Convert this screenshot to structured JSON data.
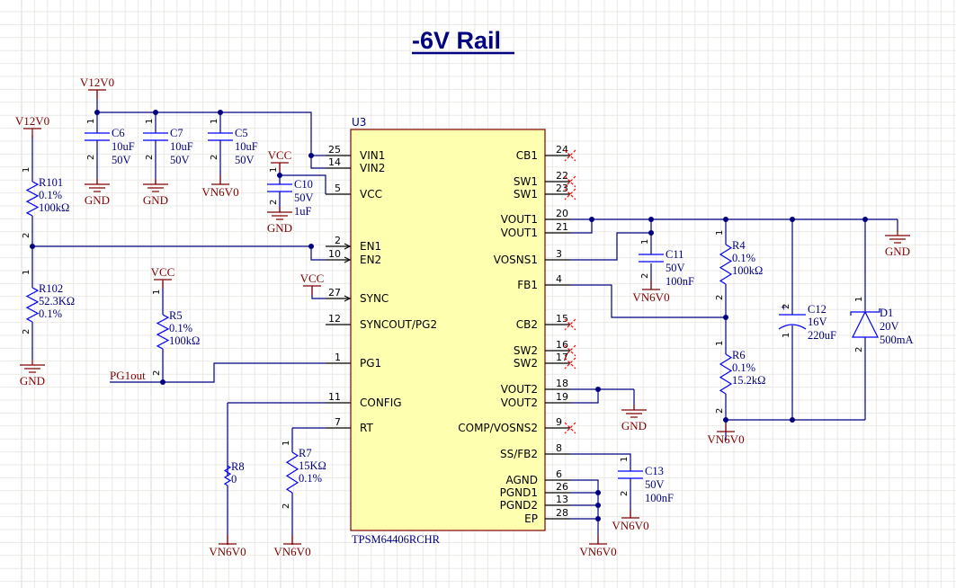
{
  "title": "-6V Rail",
  "ic": {
    "ref": "U3",
    "part": "TPSM64406RCHR",
    "left_pins": [
      {
        "num": "25",
        "name": "VIN1"
      },
      {
        "num": "14",
        "name": "VIN2"
      },
      {
        "num": "5",
        "name": "VCC"
      },
      {
        "num": "2",
        "name": "EN1"
      },
      {
        "num": "10",
        "name": "EN2"
      },
      {
        "num": "27",
        "name": "SYNC"
      },
      {
        "num": "12",
        "name": "SYNCOUT/PG2"
      },
      {
        "num": "1",
        "name": "PG1"
      },
      {
        "num": "11",
        "name": "CONFIG"
      },
      {
        "num": "7",
        "name": "RT"
      }
    ],
    "right_pins": [
      {
        "num": "24",
        "name": "CB1"
      },
      {
        "num": "22",
        "name": "SW1"
      },
      {
        "num": "23",
        "name": "SW1"
      },
      {
        "num": "20",
        "name": "VOUT1"
      },
      {
        "num": "21",
        "name": "VOUT1"
      },
      {
        "num": "3",
        "name": "VOSNS1"
      },
      {
        "num": "4",
        "name": "FB1"
      },
      {
        "num": "15",
        "name": "CB2"
      },
      {
        "num": "16",
        "name": "SW2"
      },
      {
        "num": "17",
        "name": "SW2"
      },
      {
        "num": "18",
        "name": "VOUT2"
      },
      {
        "num": "19",
        "name": "VOUT2"
      },
      {
        "num": "9",
        "name": "COMP/VOSNS2"
      },
      {
        "num": "8",
        "name": "SS/FB2"
      },
      {
        "num": "6",
        "name": "AGND"
      },
      {
        "num": "26",
        "name": "PGND1"
      },
      {
        "num": "13",
        "name": "PGND2"
      },
      {
        "num": "28",
        "name": "EP"
      }
    ]
  },
  "nets": {
    "v12": "V12V0",
    "vcc": "VCC",
    "gnd": "GND",
    "vn6": "VN6V0",
    "pg1out": "PG1out"
  },
  "components": {
    "C6": {
      "ref": "C6",
      "v1": "10uF",
      "v2": "50V"
    },
    "C7": {
      "ref": "C7",
      "v1": "10uF",
      "v2": "50V"
    },
    "C5": {
      "ref": "C5",
      "v1": "10uF",
      "v2": "50V"
    },
    "C10": {
      "ref": "C10",
      "v1": "50V",
      "v2": "1uF"
    },
    "C11": {
      "ref": "C11",
      "v1": "50V",
      "v2": "100nF"
    },
    "C12": {
      "ref": "C12",
      "v1": "16V",
      "v2": "220uF"
    },
    "C13": {
      "ref": "C13",
      "v1": "50V",
      "v2": "100nF"
    },
    "R101": {
      "ref": "R101",
      "v1": "0.1%",
      "v2": "100kΩ"
    },
    "R102": {
      "ref": "R102",
      "v1": "52.3KΩ",
      "v2": "0.1%"
    },
    "R5": {
      "ref": "R5",
      "v1": "0.1%",
      "v2": "100kΩ"
    },
    "R4": {
      "ref": "R4",
      "v1": "0.1%",
      "v2": "100kΩ"
    },
    "R6": {
      "ref": "R6",
      "v1": "0.1%",
      "v2": "15.2kΩ"
    },
    "R7": {
      "ref": "R7",
      "v1": "15KΩ",
      "v2": "0.1%"
    },
    "R8": {
      "ref": "R8",
      "v1": "0"
    },
    "D1": {
      "ref": "D1",
      "v1": "20V",
      "v2": "500mA"
    }
  },
  "pin_markers": {
    "p1": "1",
    "p2": "2",
    "plus": "+"
  }
}
